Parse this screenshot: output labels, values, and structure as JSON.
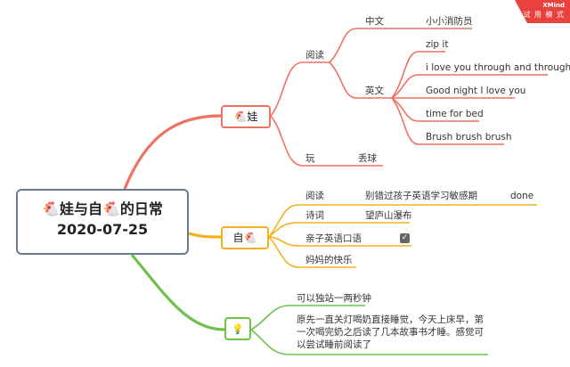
{
  "brand": {
    "name": "XMind",
    "mode": "试 用 模 式"
  },
  "central": {
    "line1": "🐔娃与自🐔的日常",
    "line2": "2020-07-25"
  },
  "topics": {
    "wa": {
      "label": "🐔娃",
      "color": "#ef7162"
    },
    "zi": {
      "label": "自🐔",
      "color": "#f2b01e"
    },
    "idea": {
      "icon": "💡",
      "color": "#6cc24a"
    }
  },
  "wa_branch": {
    "reading": "阅读",
    "chinese": "中文",
    "chinese_book": "小小消防员",
    "english": "英文",
    "english_books": [
      "zip it",
      "i love you through and through",
      "Good night I love you",
      "time for bed",
      "Brush brush brush"
    ],
    "play": "玩",
    "play_item": "丢球"
  },
  "zi_branch": {
    "reading": "阅读",
    "reading_book": "别错过孩子英语学习敏感期",
    "reading_status": "done",
    "poem": "诗词",
    "poem_item": "望庐山瀑布",
    "parent_english": "亲子英语口语",
    "joy": "妈妈的快乐"
  },
  "idea_branch": {
    "note1": "可以独站一两秒钟",
    "note2": "原先一直关灯喝奶直接睡觉，今天上床早，第一次喝完奶之后读了几本故事书才睡。感觉可以尝试睡前阅读了"
  }
}
